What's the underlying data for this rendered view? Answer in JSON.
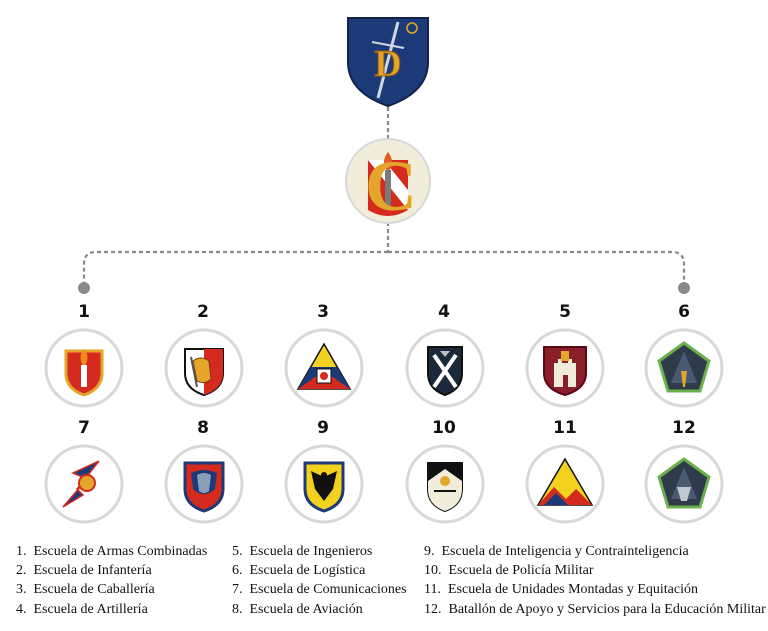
{
  "schools": [
    {
      "number": "1",
      "name": "Escuela de Armas Combinadas",
      "icon": "torch-shield-icon"
    },
    {
      "number": "2",
      "name": "Escuela de Infantería",
      "icon": "lion-shield-icon"
    },
    {
      "number": "3",
      "name": "Escuela de Caballería",
      "icon": "triangle-shield-icon"
    },
    {
      "number": "4",
      "name": "Escuela de Artillería",
      "icon": "crossed-cannons-shield-icon"
    },
    {
      "number": "5",
      "name": "Escuela de Ingenieros",
      "icon": "castle-shield-icon"
    },
    {
      "number": "6",
      "name": "Escuela de Logística",
      "icon": "pentagon-tent-icon"
    },
    {
      "number": "7",
      "name": "Escuela de Comunicaciones",
      "icon": "lightning-bolt-icon"
    },
    {
      "number": "8",
      "name": "Escuela de Aviación",
      "icon": "eagle-shield-icon"
    },
    {
      "number": "9",
      "name": "Escuela de Inteligencia y Contrainteligencia",
      "icon": "black-eagle-shield-icon"
    },
    {
      "number": "10",
      "name": "Escuela de Policía Militar",
      "icon": "mp-shield-icon"
    },
    {
      "number": "11",
      "name": "Escuela de Unidades Montadas y Equitación",
      "icon": "mountain-triangle-icon"
    },
    {
      "number": "12",
      "name": "Batallón de Apoyo y Servicios para la Educación Militar",
      "icon": "pentagon-emblem-icon"
    }
  ],
  "top_emblem": {
    "letter": "D",
    "icon": "d-sword-shield-icon"
  },
  "command_emblem": {
    "letter": "C",
    "icon": "c-torch-circle-icon"
  },
  "colors": {
    "connector": "#8a8a8a",
    "ring": "#d8d8d8",
    "navy": "#1d3a78",
    "red": "#d52a1e",
    "gold": "#e3a62a"
  }
}
